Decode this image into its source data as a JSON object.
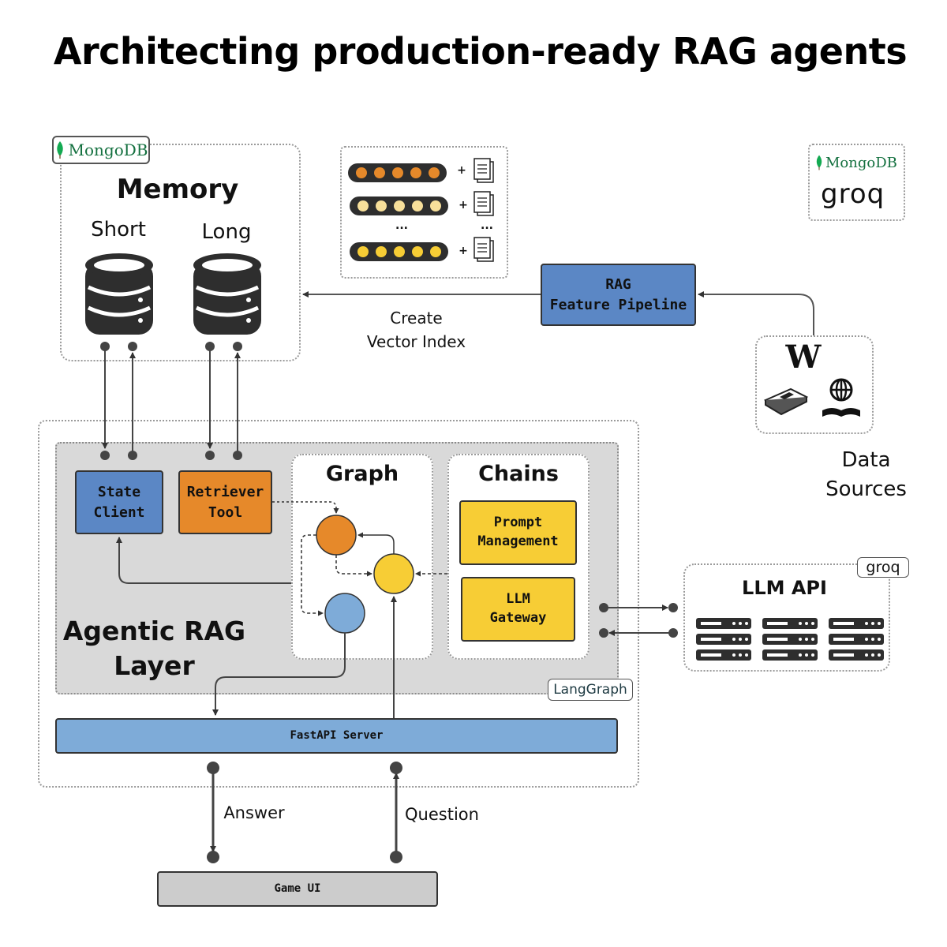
{
  "title": "Architecting production-ready RAG agents",
  "memory": {
    "logo": "MongoDB",
    "title": "Memory",
    "short_label": "Short",
    "long_label": "Long"
  },
  "vector_index": {
    "ellipsis_left": "...",
    "ellipsis_right": "...",
    "plus": "+"
  },
  "providers": {
    "mongodb": "MongoDB",
    "groq": "groq"
  },
  "rag_pipeline": {
    "line1": "RAG",
    "line2": "Feature Pipeline"
  },
  "create_index": {
    "line1": "Create",
    "line2": "Vector Index"
  },
  "data_sources": {
    "line1": "Data",
    "line2": "Sources"
  },
  "agentic": {
    "state_client_l1": "State",
    "state_client_l2": "Client",
    "retriever_l1": "Retriever",
    "retriever_l2": "Tool",
    "graph_title": "Graph",
    "chains_title": "Chains",
    "prompt_l1": "Prompt",
    "prompt_l2": "Management",
    "gateway_l1": "LLM",
    "gateway_l2": "Gateway",
    "layer_l1": "Agentic RAG",
    "layer_l2": "Layer",
    "langgraph": "LangGraph",
    "fastapi": "FastAPI Server"
  },
  "llm_api": {
    "title": "LLM API",
    "logo": "groq"
  },
  "io": {
    "answer": "Answer",
    "question": "Question",
    "game_ui": "Game UI"
  },
  "colors": {
    "blue": "#5b87c5",
    "orange": "#e6892a",
    "yellow": "#f7cd35",
    "light_blue": "#7eabd8",
    "panel_gray": "#d9d9d9",
    "mongo_green": "#13703f"
  },
  "icons": [
    "mongodb-leaf-icon",
    "database-icon",
    "document-stack-icon",
    "wikipedia-icon",
    "book-icon",
    "globe-reader-icon",
    "server-rack-icon"
  ]
}
